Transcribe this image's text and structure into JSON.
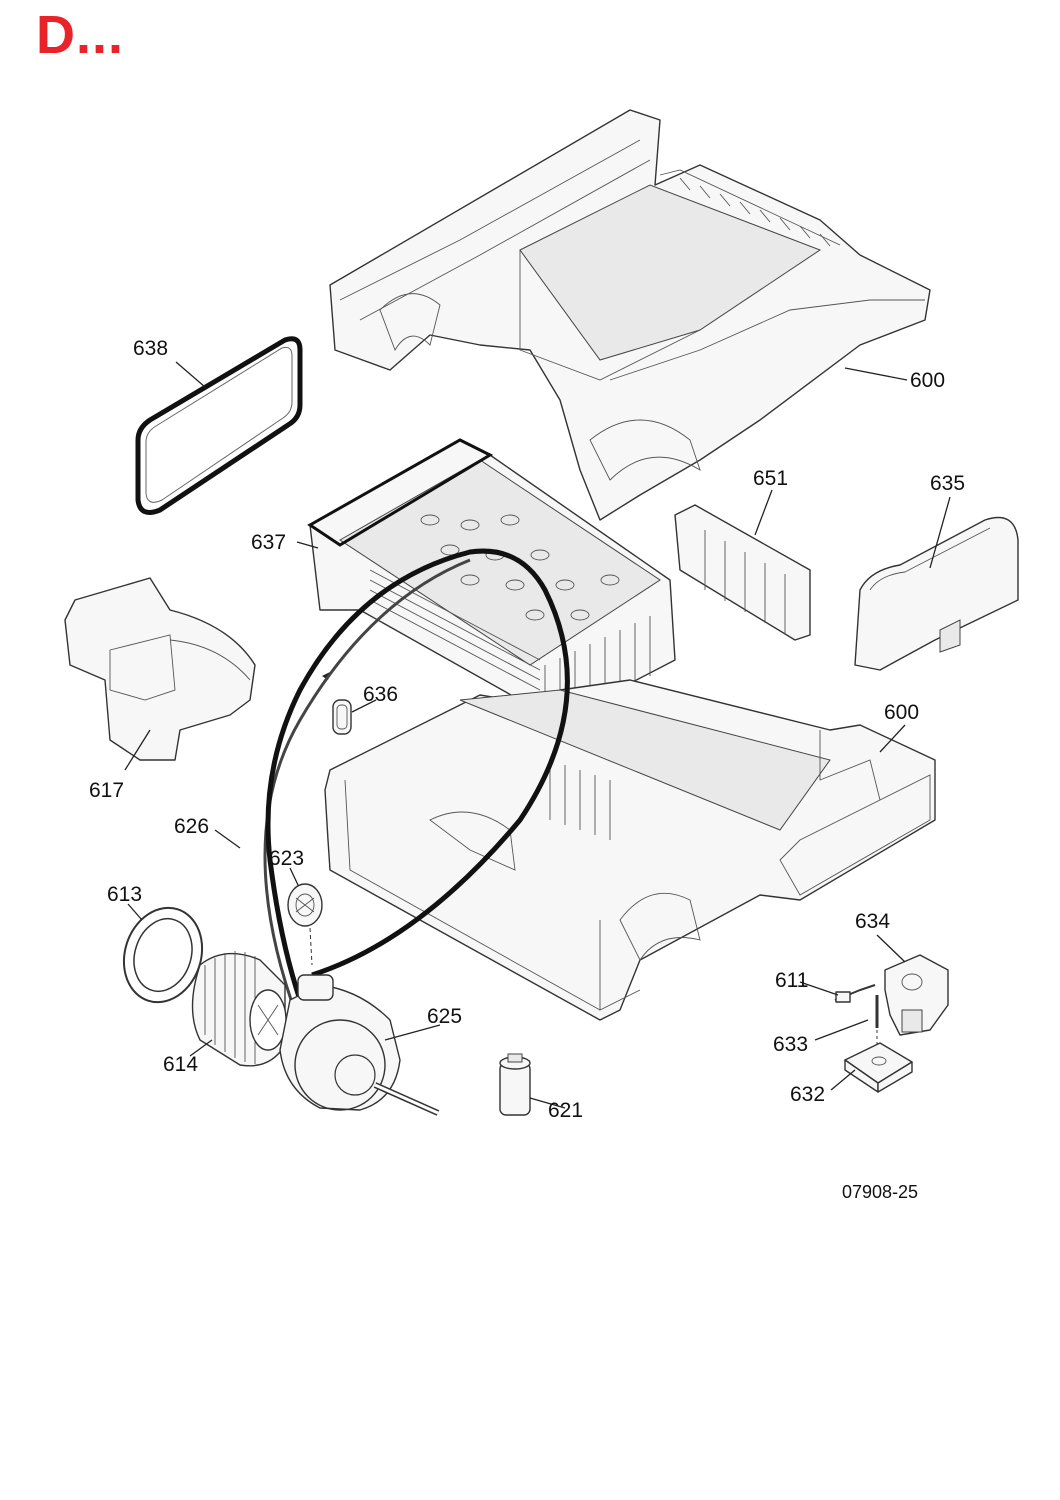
{
  "heading": "D...",
  "drawing_code": "07908-25",
  "colors": {
    "heading": "#e8232a",
    "line": "#222222"
  },
  "callouts": [
    {
      "id": "638",
      "label": "638"
    },
    {
      "id": "600-top",
      "label": "600"
    },
    {
      "id": "637",
      "label": "637"
    },
    {
      "id": "651",
      "label": "651"
    },
    {
      "id": "635",
      "label": "635"
    },
    {
      "id": "617",
      "label": "617"
    },
    {
      "id": "636",
      "label": "636"
    },
    {
      "id": "600-base",
      "label": "600"
    },
    {
      "id": "626",
      "label": "626"
    },
    {
      "id": "623",
      "label": "623"
    },
    {
      "id": "613",
      "label": "613"
    },
    {
      "id": "634",
      "label": "634"
    },
    {
      "id": "611",
      "label": "611"
    },
    {
      "id": "625",
      "label": "625"
    },
    {
      "id": "633",
      "label": "633"
    },
    {
      "id": "614",
      "label": "614"
    },
    {
      "id": "632",
      "label": "632"
    },
    {
      "id": "621",
      "label": "621"
    }
  ]
}
